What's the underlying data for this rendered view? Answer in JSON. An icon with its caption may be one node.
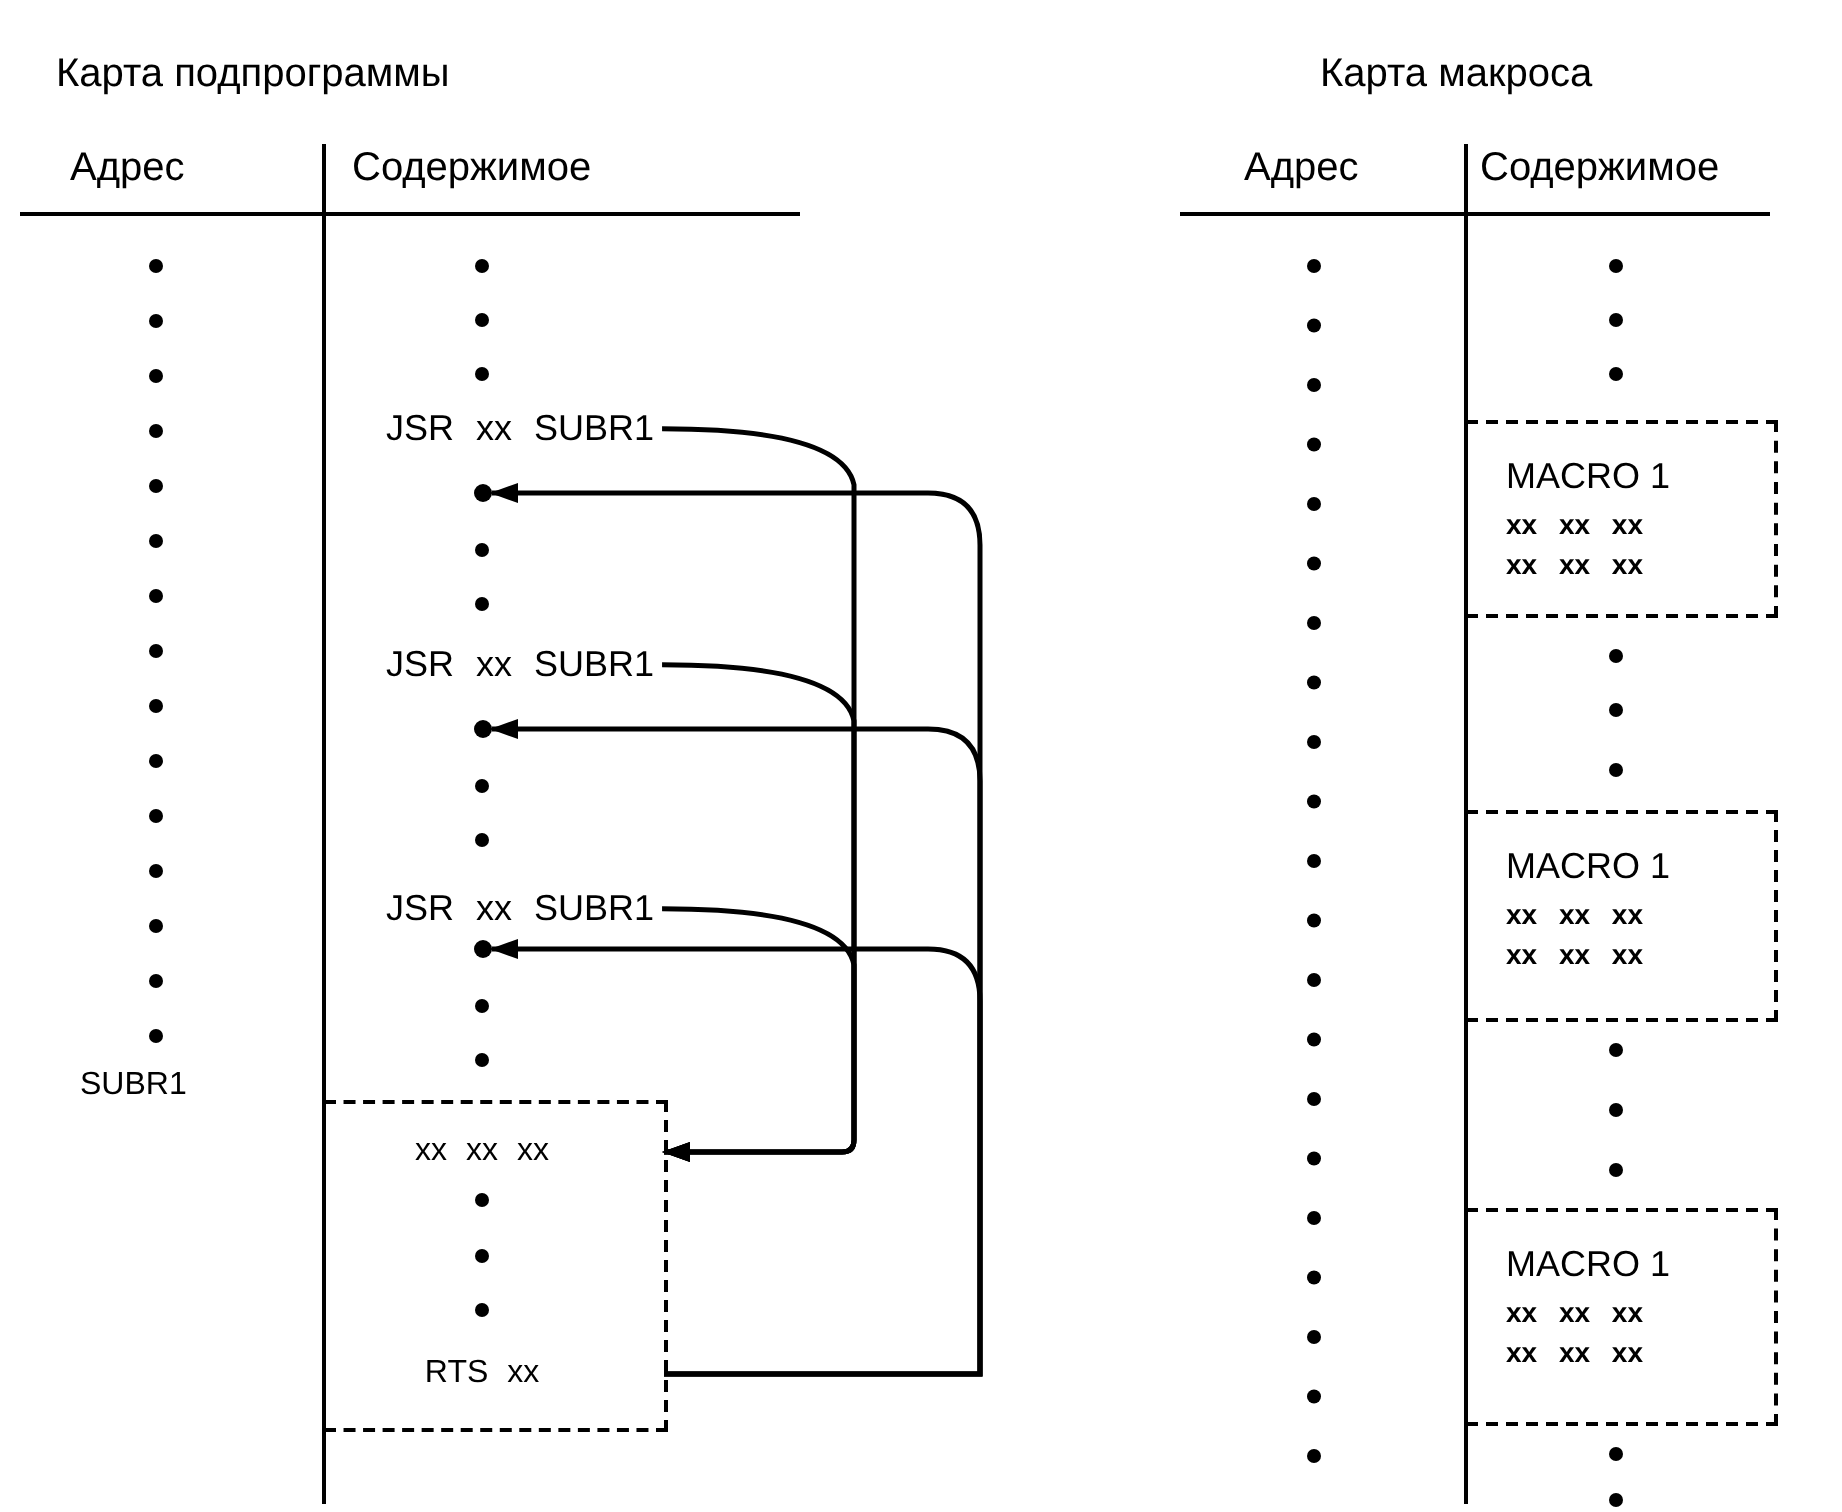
{
  "diagram": {
    "nodes": [
      {
        "text": [
          "JSR xx SUBR1"
        ]
      },
      {
        "text": [],
        "shape": "circle"
      },
      {
        "text": [
          "JSR xx SUBR1"
        ]
      },
      {
        "text": [],
        "shape": "circle"
      },
      {
        "text": [
          "JSR xx SUBR1"
        ]
      },
      {
        "text": [],
        "shape": "circle"
      },
      {
        "text": [],
        "shape": "box"
      },
      {
        "text": [
          "xx xx xx"
        ],
        "in": 6
      },
      {
        "text": [
          "RTS xx"
        ],
        "in": 6
      },
      {
        "text": [
          "MACRO 1",
          "xx xx xx xx xx xx"
        ]
      },
      {
        "text": [
          "MACRO 1",
          "xx xx xx xx xx xx"
        ]
      },
      {
        "text": [
          "MACRO 1",
          "xx xx xx xx xx xx"
        ]
      }
    ],
    "edges": [
      {
        "from": 0,
        "to": 7,
        "arrow": "to"
      },
      {
        "from": 2,
        "to": 7,
        "arrow": "to"
      },
      {
        "from": 4,
        "to": 7,
        "arrow": "to"
      },
      {
        "from": 8,
        "to": 1,
        "arrow": "to"
      },
      {
        "from": 8,
        "to": 3,
        "arrow": "to"
      },
      {
        "from": 8,
        "to": 5,
        "arrow": "to"
      }
    ],
    "labels": [
      "Карта подпрограммы",
      "Карта макроса",
      "Адрес",
      "Содержимое",
      "Адрес",
      "Содержимое",
      "SUBR1"
    ]
  }
}
